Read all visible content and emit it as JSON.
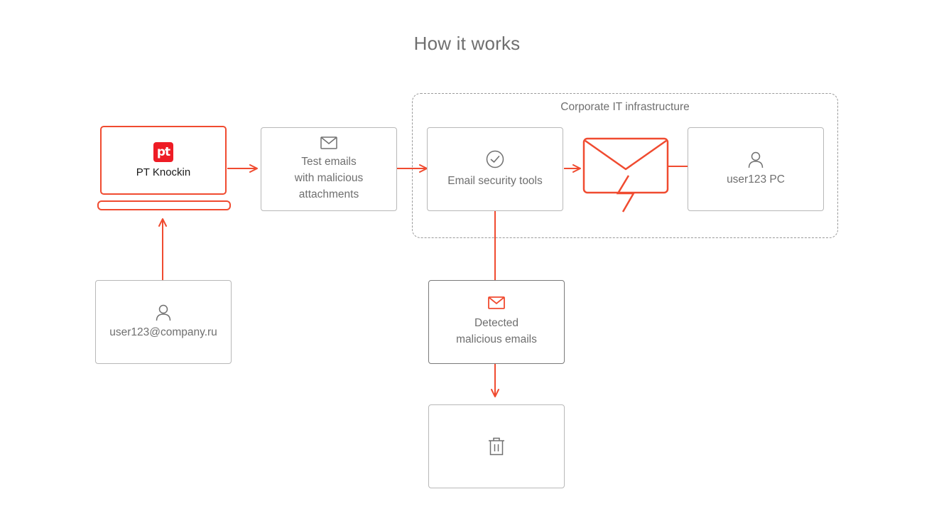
{
  "title": "How it works",
  "accent_color": "#f04b30",
  "group": {
    "label": "Corporate IT infrastructure"
  },
  "nodes": {
    "product": {
      "logo_text": "pt",
      "name": "PT Knockin",
      "icon": "pt-logo"
    },
    "test_emails": {
      "label": "Test emails\nwith malicious\nattachments",
      "icon": "envelope-icon"
    },
    "security_tools": {
      "label": "Email security tools",
      "icon": "check-circle-icon"
    },
    "malicious_email": {
      "icon": "envelope-lightning-icon"
    },
    "user_pc": {
      "label": "user123 PC",
      "icon": "user-icon"
    },
    "user_email": {
      "label": "user123@company.ru",
      "icon": "user-icon"
    },
    "detected": {
      "label": "Detected\nmalicious emails",
      "icon": "envelope-icon"
    },
    "trash": {
      "icon": "trash-icon"
    }
  }
}
